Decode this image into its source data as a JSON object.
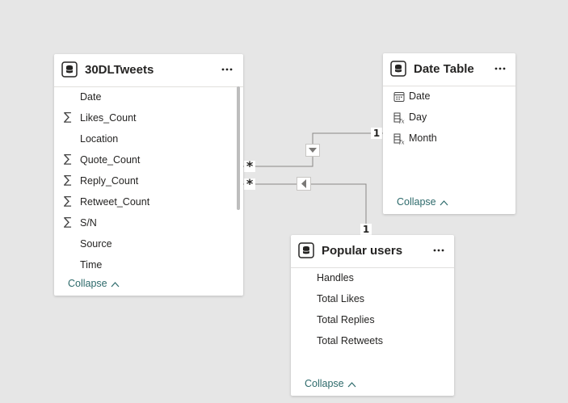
{
  "tables": {
    "tweets": {
      "title": "30DLTweets",
      "more_label": "...",
      "fields": [
        {
          "label": "Date",
          "icon": "none"
        },
        {
          "label": "Likes_Count",
          "icon": "sigma"
        },
        {
          "label": "Location",
          "icon": "none"
        },
        {
          "label": "Quote_Count",
          "icon": "sigma"
        },
        {
          "label": "Reply_Count",
          "icon": "sigma"
        },
        {
          "label": "Retweet_Count",
          "icon": "sigma"
        },
        {
          "label": "S/N",
          "icon": "sigma"
        },
        {
          "label": "Source",
          "icon": "none"
        },
        {
          "label": "Time",
          "icon": "none"
        }
      ],
      "collapse_label": "Collapse"
    },
    "date_table": {
      "title": "Date Table",
      "more_label": "...",
      "fields": [
        {
          "label": "Date",
          "icon": "calendar-icon"
        },
        {
          "label": "Day",
          "icon": "calculated-column-icon"
        },
        {
          "label": "Month",
          "icon": "calculated-column-icon"
        }
      ],
      "collapse_label": "Collapse"
    },
    "popular_users": {
      "title": "Popular users",
      "more_label": "...",
      "fields": [
        {
          "label": "Handles",
          "icon": "none"
        },
        {
          "label": "Total Likes",
          "icon": "none"
        },
        {
          "label": "Total Replies",
          "icon": "none"
        },
        {
          "label": "Total Retweets",
          "icon": "none"
        }
      ],
      "collapse_label": "Collapse"
    }
  },
  "relationships": {
    "tweets_to_date": {
      "many_label": "*",
      "one_label": "1",
      "direction": "filter-down"
    },
    "tweets_to_users": {
      "many_label": "*",
      "one_label": "1",
      "direction": "filter-left"
    }
  },
  "sigma_symbol": "∑",
  "colors": {
    "canvas": "#e6e6e6",
    "card": "#ffffff",
    "collapse": "#2d6a6b",
    "line": "#8a8886"
  }
}
